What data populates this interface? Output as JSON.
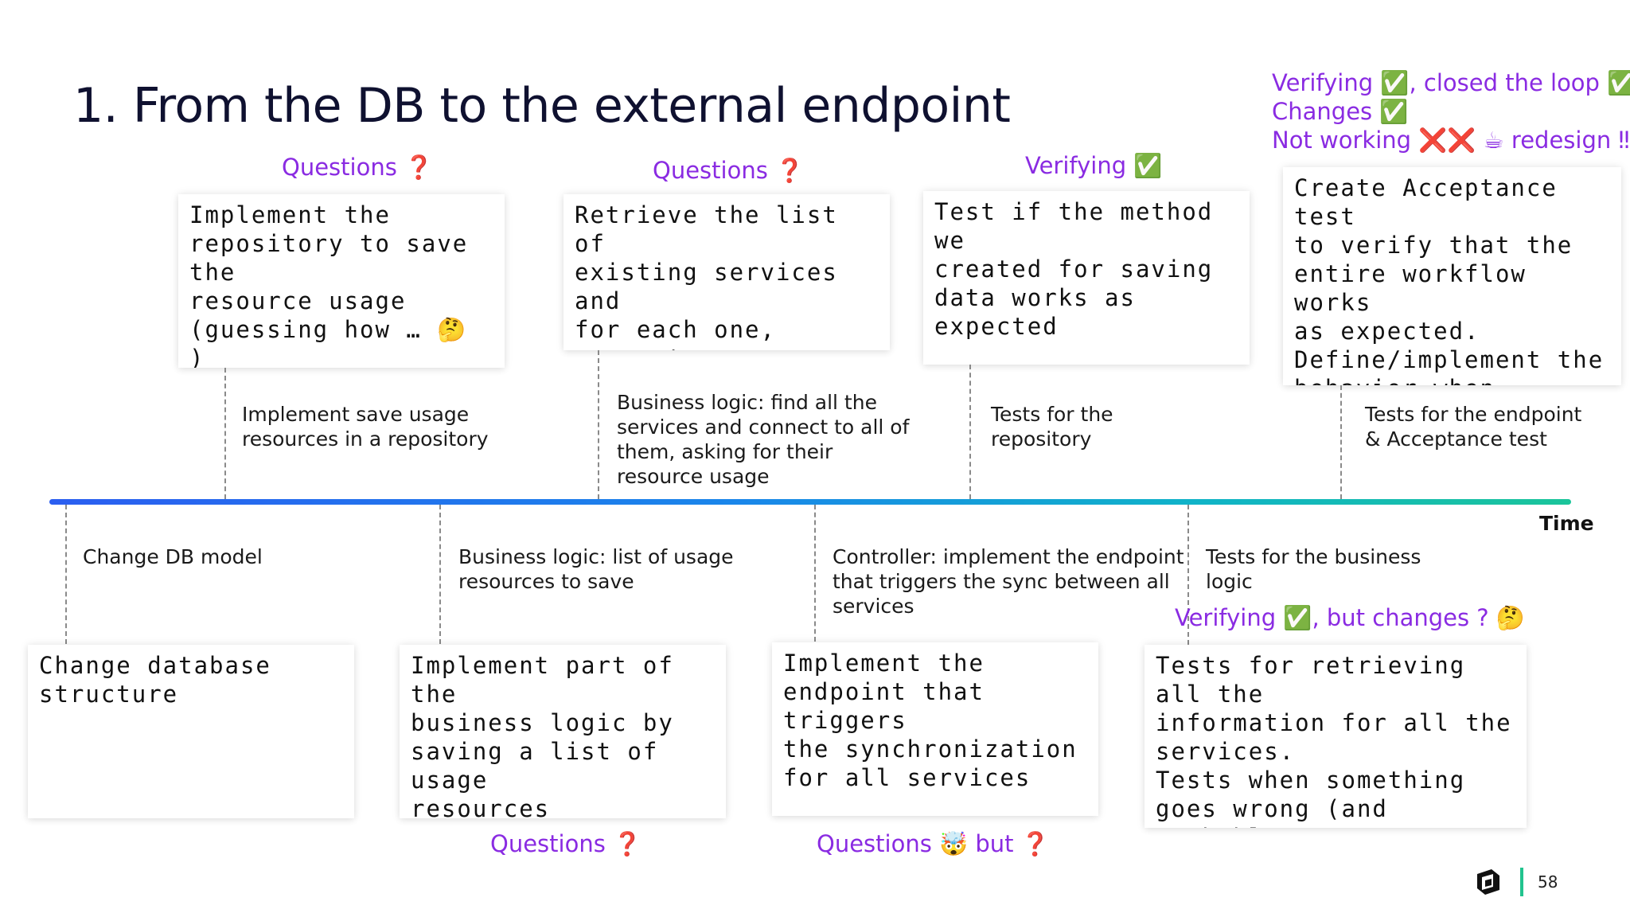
{
  "title": "1. From the DB to the external endpoint",
  "top_right_notes": [
    "Verifying ✅, closed the loop ✅",
    "Changes ✅",
    "Not working ❌❌ ☕ redesign ‼"
  ],
  "upper_tasks": [
    {
      "annotation": "Questions ❓",
      "card": "Implement the\nrepository to save the\nresource usage\n(guessing how … 🤔 )",
      "label": "Implement save usage\nresources in a repository"
    },
    {
      "annotation": "Questions ❓",
      "card": "Retrieve the list of\nexisting services and\nfor each one, connect\nto it and ask for their\nresource usage",
      "label": "Business logic: find all the\nservices and connect to all of\nthem, asking for their\nresource usage"
    },
    {
      "annotation": "Verifying ✅",
      "card": "Test if the method we\ncreated for saving\ndata works as\nexpected",
      "label": "Tests for the\nrepository"
    },
    {
      "annotation": "",
      "card": "Create Acceptance test\nto verify that the\nentire workflow works\nas expected.\nDefine/implement the\nbehavior when\nsomething goes\nwrong.",
      "label": "Tests for the endpoint\n& Acceptance test"
    }
  ],
  "lower_tasks": [
    {
      "label": "Change DB model",
      "card": "Change database\nstructure",
      "annotation": ""
    },
    {
      "label": "Business logic: list of usage\nresources to save",
      "card": "Implement part of the\nbusiness logic by\nsaving a list of usage\nresources\n(guessing how… 🤔)",
      "annotation": "Questions ❓"
    },
    {
      "label": "Controller: implement the endpoint\nthat triggers the sync between all\nservices",
      "card": "Implement the\nendpoint that triggers\nthe synchronization\nfor all services",
      "annotation": "Questions 🤯 but ❓"
    },
    {
      "label": "Tests for the business\nlogic",
      "card": "Tests for retrieving all the\ninformation for all the\nservices.\nTests when something\ngoes wrong (and probably\nadd logic around it? 🤔)",
      "annotation": "Verifying ✅, but changes ? 🤔"
    }
  ],
  "axis_label": "Time",
  "page_number": "58",
  "colors": {
    "accent_purple": "#8a2be2",
    "timeline_start": "#2b5ef0",
    "timeline_end": "#1bc59a",
    "title": "#0f1130"
  }
}
